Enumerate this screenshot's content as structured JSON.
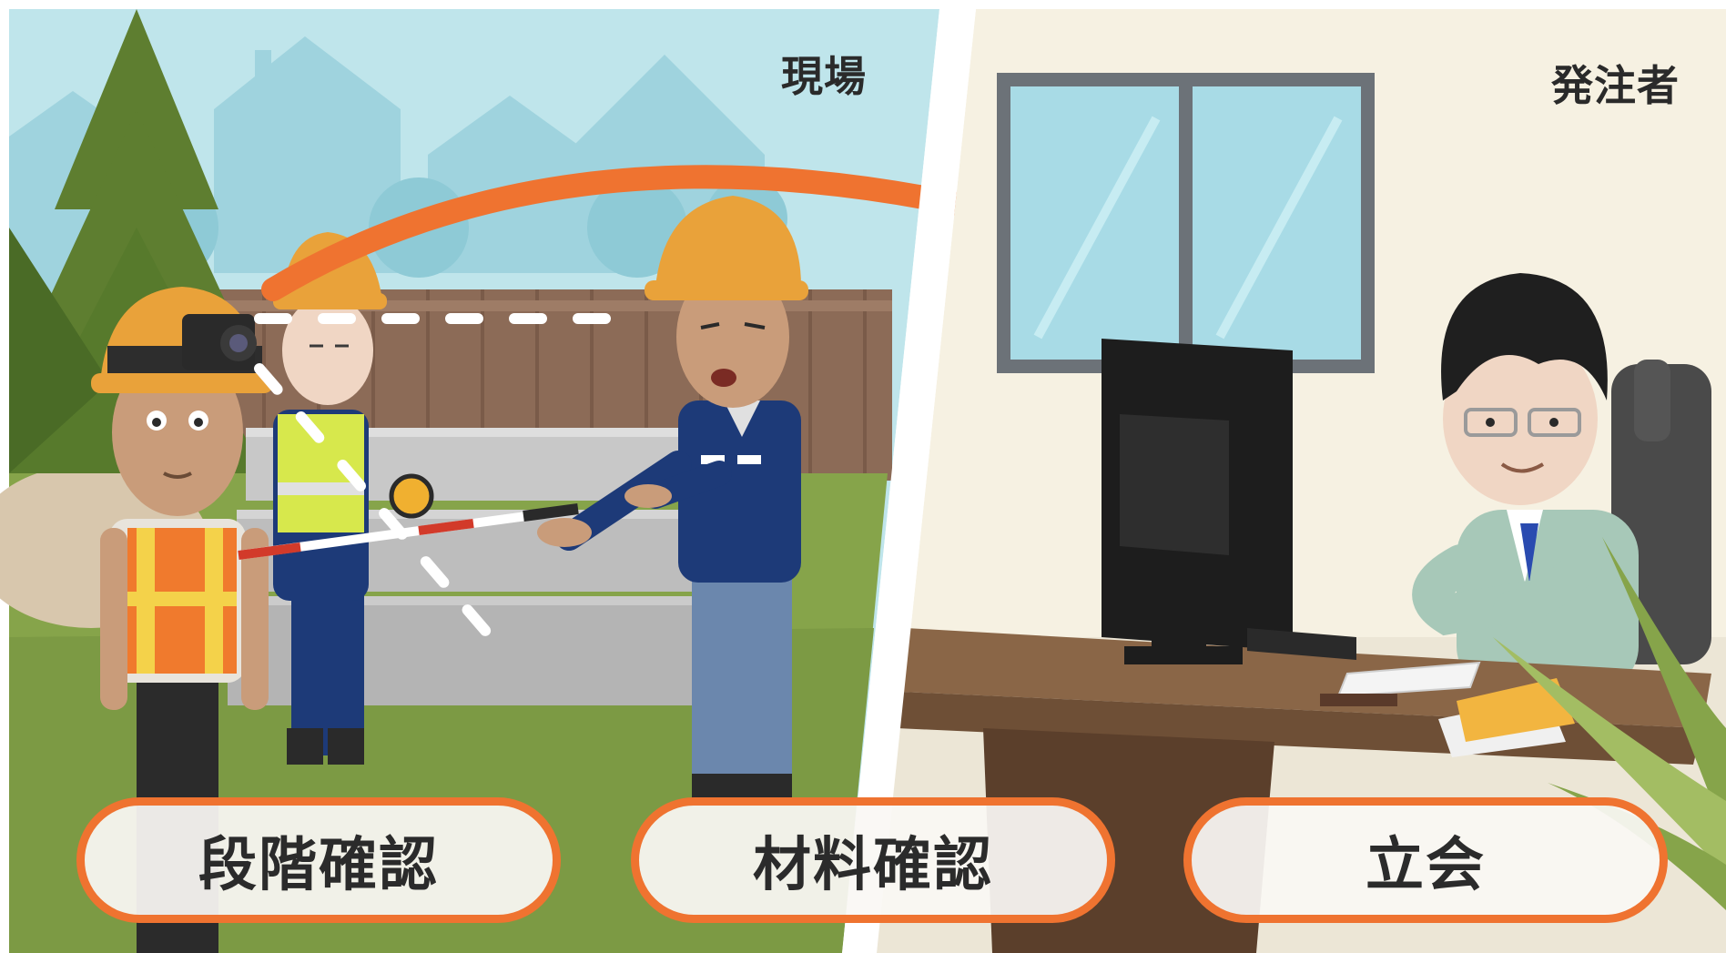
{
  "scene": {
    "left_label": "現場",
    "right_label": "発注者"
  },
  "buttons": [
    {
      "label": "段階確認"
    },
    {
      "label": "材料確認"
    },
    {
      "label": "立会"
    }
  ],
  "colors": {
    "accent_orange": "#ef7330",
    "sky": "#bfe4ea",
    "grass": "#86a44a",
    "office_wall": "#f6f1e2",
    "helmet": "#e9a23a"
  }
}
